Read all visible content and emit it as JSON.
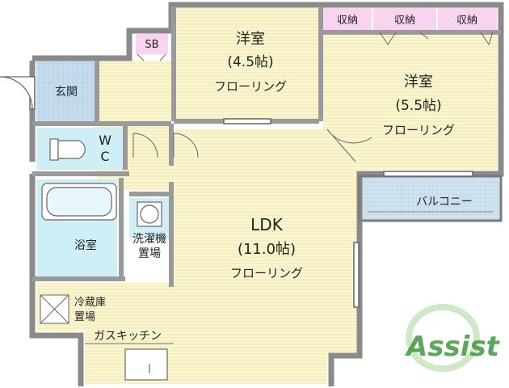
{
  "rooms": {
    "western_a": {
      "name": "洋室",
      "size": "(4.5帖)",
      "floor": "フローリング"
    },
    "western_b": {
      "name": "洋室",
      "size": "(5.5帖)",
      "floor": "フローリング"
    },
    "ldk": {
      "name": "LDK",
      "size": "(11.0帖)",
      "floor": "フローリング"
    },
    "entrance": "玄関",
    "toilet": "W\nC",
    "bath": "浴室",
    "balcony": "バルコニー",
    "shoebox": "SB",
    "washer": "洗濯機\n置場",
    "fridge": "冷蔵庫\n置場",
    "kitchen": "ガスキッチン",
    "storage": [
      "収納",
      "収納",
      "収納"
    ]
  },
  "logo": {
    "text": "Assist"
  },
  "colors": {
    "flooring": "#fbf6d0",
    "wet_area": "#cfeef5",
    "entrance_tile": "#c6dcef",
    "balcony": "#cfe3ef",
    "storage": "#f8d4f0",
    "wall": "#8a8a8a",
    "logo_green": "#2f8a3a"
  }
}
